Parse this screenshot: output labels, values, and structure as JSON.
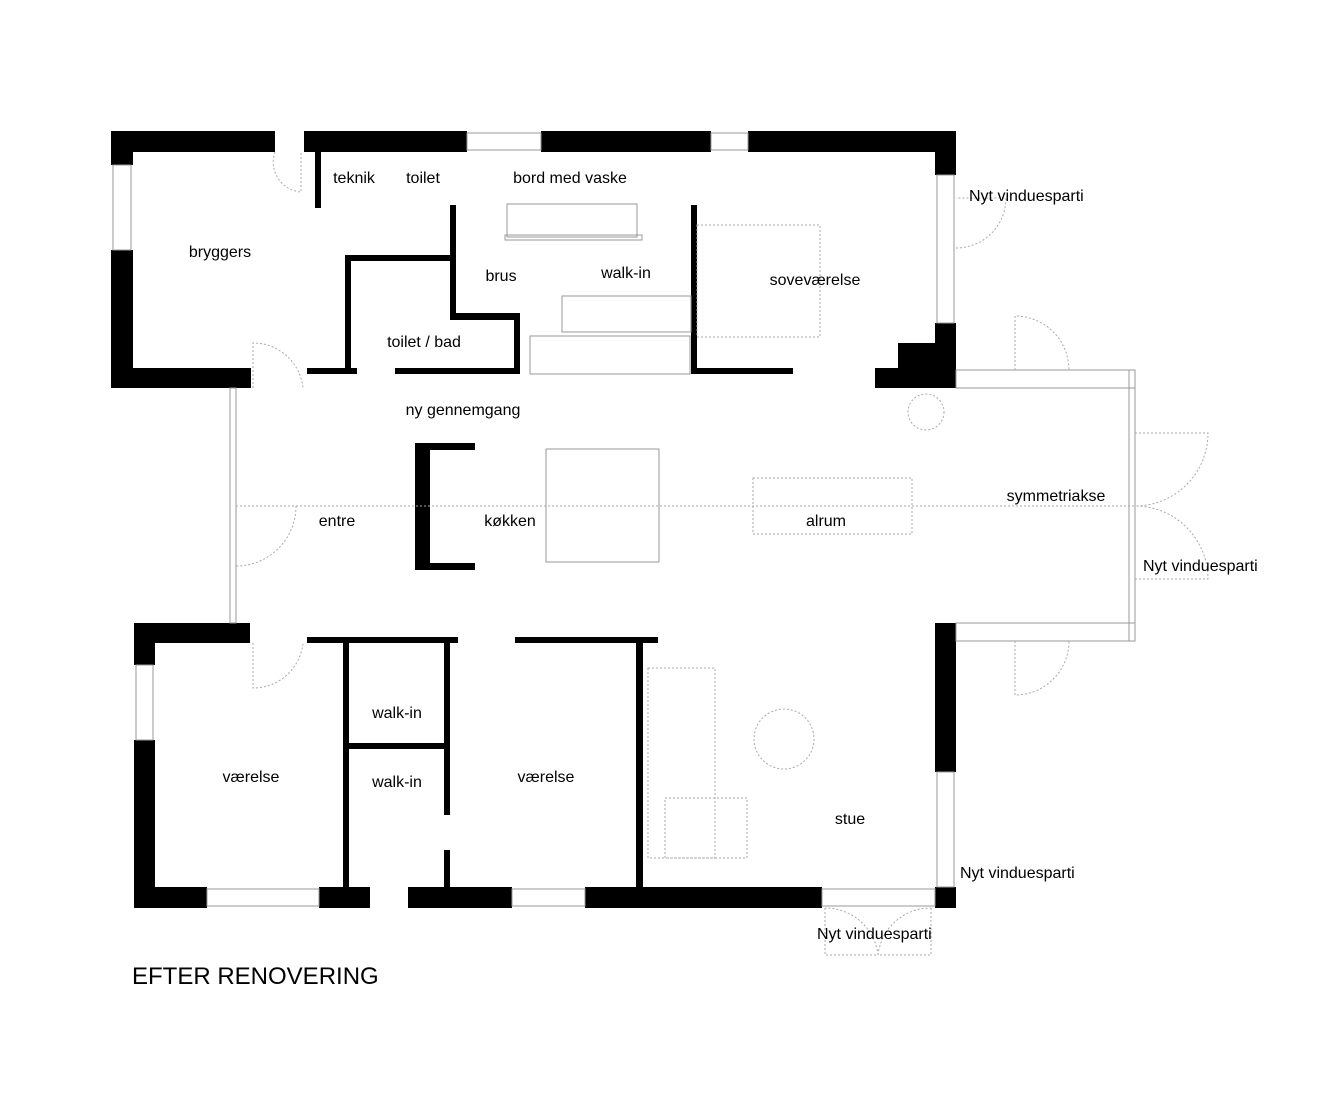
{
  "title": "EFTER RENOVERING",
  "rooms": {
    "bryggers": "bryggers",
    "teknik": "teknik",
    "toilet": "toilet",
    "bord_med_vaske": "bord med vaske",
    "brus": "brus",
    "walk_in_top": "walk-in",
    "sovevaerelse": "soveværelse",
    "toilet_bad": "toilet / bad",
    "ny_gennemgang": "ny gennemgang",
    "entre": "entre",
    "koekken": "køkken",
    "alrum": "alrum",
    "symmetriakse": "symmetriakse",
    "vaerelse_left": "værelse",
    "walk_in_1": "walk-in",
    "walk_in_2": "walk-in",
    "vaerelse_right": "værelse",
    "stue": "stue"
  },
  "annotations": {
    "window_ne": "Nyt vinduesparti",
    "window_e": "Nyt vinduesparti",
    "window_se": "Nyt vinduesparti",
    "window_s": "Nyt vinduesparti"
  }
}
